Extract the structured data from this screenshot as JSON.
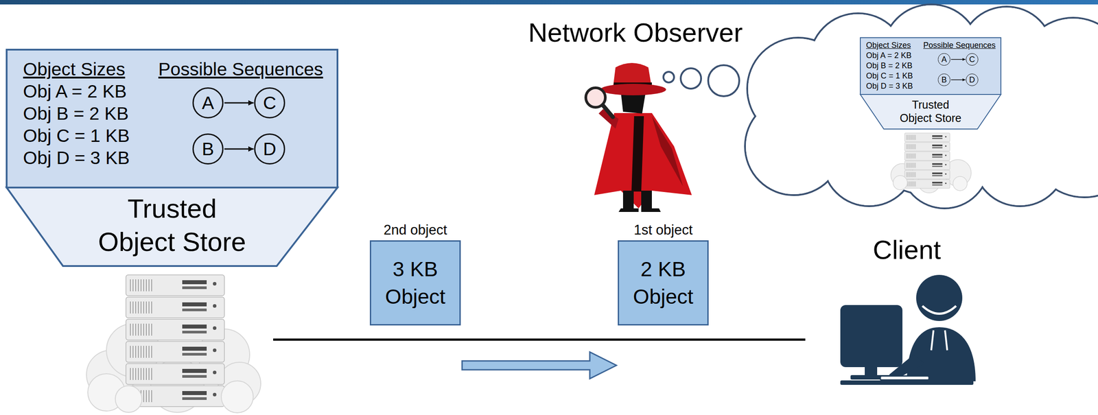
{
  "diagram": {
    "nodes": [
      {
        "text": [
          "Object Sizes",
          "Obj A = 2 KB",
          "Obj B = 2 KB",
          "Obj C = 1 KB",
          "Obj D = 3 KB",
          "Possible Sequences",
          "Trusted Object Store"
        ]
      },
      {
        "text": [
          "A"
        ],
        "in": 0
      },
      {
        "text": [
          "C"
        ],
        "in": 0
      },
      {
        "text": [
          "B"
        ],
        "in": 0
      },
      {
        "text": [
          "D"
        ],
        "in": 0
      },
      {
        "text": [
          "Object Sizes",
          "Obj A = 2 KB",
          "Obj B = 2 KB",
          "Obj C = 1 KB",
          "Obj D = 3 KB",
          "Possible Sequences",
          "Trusted Object Store"
        ]
      },
      {
        "text": [
          "A"
        ],
        "in": 5
      },
      {
        "text": [
          "C"
        ],
        "in": 5
      },
      {
        "text": [
          "B"
        ],
        "in": 5
      },
      {
        "text": [
          "D"
        ],
        "in": 5
      },
      {
        "text": [
          "2nd object",
          "3 KB Object"
        ]
      },
      {
        "text": [
          "1st object",
          "2 KB Object"
        ]
      }
    ],
    "edges": [
      {
        "from": 1,
        "to": 2,
        "arrow": "to"
      },
      {
        "from": 3,
        "to": 4,
        "arrow": "to"
      },
      {
        "from": 6,
        "to": 7,
        "arrow": "to"
      },
      {
        "from": 8,
        "to": 9,
        "arrow": "to"
      }
    ],
    "labels": [
      "Network Observer",
      "Client"
    ]
  }
}
